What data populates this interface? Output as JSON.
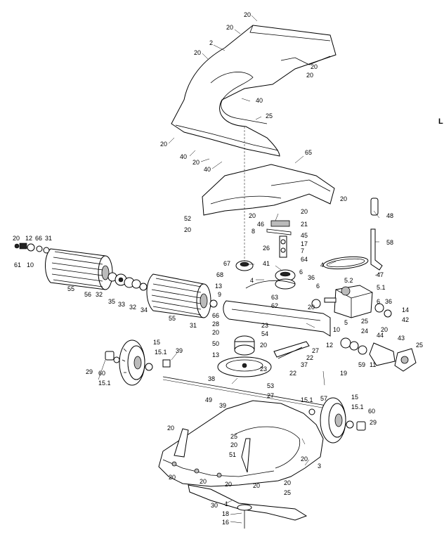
{
  "edge_text": "L",
  "labels": [
    {
      "id": "a",
      "text": "20"
    },
    {
      "id": "b",
      "text": "20"
    },
    {
      "id": "c",
      "text": "2"
    },
    {
      "id": "d",
      "text": "20"
    },
    {
      "id": "e",
      "text": "20"
    },
    {
      "id": "f",
      "text": "20"
    },
    {
      "id": "g",
      "text": "40"
    },
    {
      "id": "h",
      "text": "25"
    },
    {
      "id": "i",
      "text": "20"
    },
    {
      "id": "j",
      "text": "40"
    },
    {
      "id": "k",
      "text": "20"
    },
    {
      "id": "l",
      "text": "40"
    },
    {
      "id": "m",
      "text": "65"
    },
    {
      "id": "n",
      "text": "20"
    },
    {
      "id": "o",
      "text": "20"
    },
    {
      "id": "p",
      "text": "52"
    },
    {
      "id": "q",
      "text": "20"
    },
    {
      "id": "r",
      "text": "20"
    },
    {
      "id": "s",
      "text": "48"
    },
    {
      "id": "t",
      "text": "46"
    },
    {
      "id": "u",
      "text": "21"
    },
    {
      "id": "v",
      "text": "8"
    },
    {
      "id": "w",
      "text": "45"
    },
    {
      "id": "x",
      "text": "17"
    },
    {
      "id": "y",
      "text": "26"
    },
    {
      "id": "z",
      "text": "7"
    },
    {
      "id": "aa",
      "text": "58"
    },
    {
      "id": "ab",
      "text": "64"
    },
    {
      "id": "ac",
      "text": "20"
    },
    {
      "id": "ad",
      "text": "12"
    },
    {
      "id": "ae",
      "text": "66"
    },
    {
      "id": "af",
      "text": "31"
    },
    {
      "id": "ag",
      "text": "61"
    },
    {
      "id": "ah",
      "text": "10"
    },
    {
      "id": "ai",
      "text": "67"
    },
    {
      "id": "aj",
      "text": "41"
    },
    {
      "id": "ak",
      "text": "4"
    },
    {
      "id": "al",
      "text": "6"
    },
    {
      "id": "am",
      "text": "47"
    },
    {
      "id": "an",
      "text": "68"
    },
    {
      "id": "ao",
      "text": "4"
    },
    {
      "id": "ap",
      "text": "5.2"
    },
    {
      "id": "aq",
      "text": "36"
    },
    {
      "id": "ar",
      "text": "6"
    },
    {
      "id": "as",
      "text": "5.1"
    },
    {
      "id": "at",
      "text": "55"
    },
    {
      "id": "au",
      "text": "56"
    },
    {
      "id": "av",
      "text": "32"
    },
    {
      "id": "aw",
      "text": "35"
    },
    {
      "id": "ax",
      "text": "33"
    },
    {
      "id": "ay",
      "text": "32"
    },
    {
      "id": "az",
      "text": "34"
    },
    {
      "id": "ba",
      "text": "13"
    },
    {
      "id": "bb",
      "text": "9"
    },
    {
      "id": "bc",
      "text": "63"
    },
    {
      "id": "bd",
      "text": "62"
    },
    {
      "id": "be",
      "text": "20"
    },
    {
      "id": "bf",
      "text": "6"
    },
    {
      "id": "bg",
      "text": "36"
    },
    {
      "id": "bh",
      "text": "14"
    },
    {
      "id": "bi",
      "text": "42"
    },
    {
      "id": "bj",
      "text": "55"
    },
    {
      "id": "bk",
      "text": "31"
    },
    {
      "id": "bl",
      "text": "66"
    },
    {
      "id": "bm",
      "text": "28"
    },
    {
      "id": "bn",
      "text": "5"
    },
    {
      "id": "bo",
      "text": "25"
    },
    {
      "id": "bp",
      "text": "20"
    },
    {
      "id": "bq",
      "text": "20"
    },
    {
      "id": "br",
      "text": "23"
    },
    {
      "id": "bs",
      "text": "54"
    },
    {
      "id": "bt",
      "text": "10"
    },
    {
      "id": "bu",
      "text": "24"
    },
    {
      "id": "bv",
      "text": "44"
    },
    {
      "id": "bw",
      "text": "43"
    },
    {
      "id": "bx",
      "text": "25"
    },
    {
      "id": "by",
      "text": "50"
    },
    {
      "id": "bz",
      "text": "20"
    },
    {
      "id": "ca",
      "text": "27"
    },
    {
      "id": "cb",
      "text": "12"
    },
    {
      "id": "cc",
      "text": "15"
    },
    {
      "id": "cd",
      "text": "15.1"
    },
    {
      "id": "ce",
      "text": "39"
    },
    {
      "id": "cf",
      "text": "13"
    },
    {
      "id": "cg",
      "text": "22"
    },
    {
      "id": "ch",
      "text": "37"
    },
    {
      "id": "ci",
      "text": "59"
    },
    {
      "id": "cj",
      "text": "11"
    },
    {
      "id": "ck",
      "text": "29"
    },
    {
      "id": "cl",
      "text": "60"
    },
    {
      "id": "cm",
      "text": "15.1"
    },
    {
      "id": "cn",
      "text": "38"
    },
    {
      "id": "co",
      "text": "23"
    },
    {
      "id": "cp",
      "text": "22"
    },
    {
      "id": "cq",
      "text": "19"
    },
    {
      "id": "cr",
      "text": "53"
    },
    {
      "id": "cs",
      "text": "49"
    },
    {
      "id": "ct",
      "text": "39"
    },
    {
      "id": "cu",
      "text": "27"
    },
    {
      "id": "cv",
      "text": "57"
    },
    {
      "id": "cw",
      "text": "15.1"
    },
    {
      "id": "cx",
      "text": "15"
    },
    {
      "id": "cy",
      "text": "15.1"
    },
    {
      "id": "cz",
      "text": "60"
    },
    {
      "id": "da",
      "text": "29"
    },
    {
      "id": "db",
      "text": "20"
    },
    {
      "id": "dc",
      "text": "25"
    },
    {
      "id": "dd",
      "text": "20"
    },
    {
      "id": "de",
      "text": "51"
    },
    {
      "id": "df",
      "text": "20"
    },
    {
      "id": "dg",
      "text": "3"
    },
    {
      "id": "dh",
      "text": "20"
    },
    {
      "id": "di",
      "text": "20"
    },
    {
      "id": "dj",
      "text": "20"
    },
    {
      "id": "dk",
      "text": "20"
    },
    {
      "id": "dl",
      "text": "20"
    },
    {
      "id": "dm",
      "text": "25"
    },
    {
      "id": "dn",
      "text": "30"
    },
    {
      "id": "do",
      "text": "1"
    },
    {
      "id": "dp",
      "text": "18"
    },
    {
      "id": "dq",
      "text": "16"
    }
  ]
}
